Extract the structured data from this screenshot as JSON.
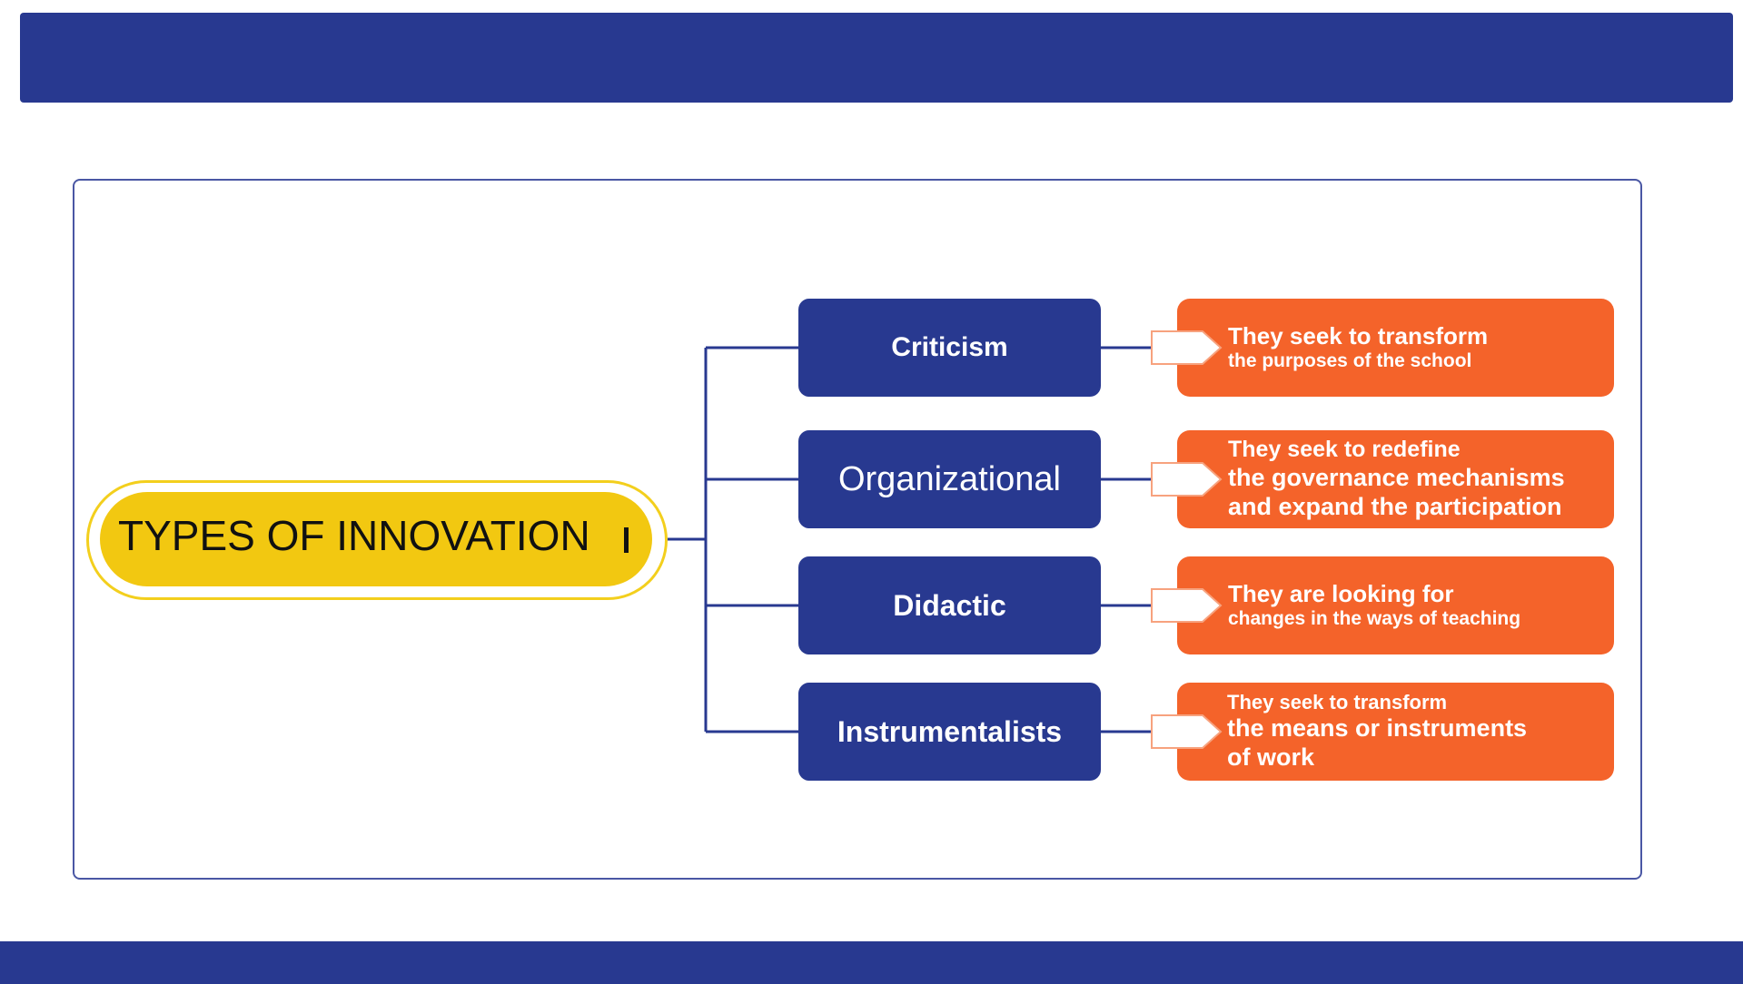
{
  "header": {
    "color": "#283990"
  },
  "footer": {
    "color": "#283990"
  },
  "diagram": {
    "root": {
      "label": "TYPES OF INNOVATION"
    },
    "branches": [
      {
        "label": "Criticism",
        "description": [
          "They seek to transform",
          "the purposes of the school"
        ]
      },
      {
        "label": "Organizational",
        "description": [
          "They seek to redefine",
          "the governance mechanisms",
          "and expand the participation"
        ]
      },
      {
        "label": "Didactic",
        "description": [
          "They are looking for",
          "changes in the ways of teaching"
        ]
      },
      {
        "label": "Instrumentalists",
        "description": [
          "They seek to transform",
          "the means or instruments",
          "of work"
        ]
      }
    ],
    "colors": {
      "type_box": "#283990",
      "description_box": "#f4632a",
      "root": "#f2c811",
      "connector": "#283990"
    }
  }
}
